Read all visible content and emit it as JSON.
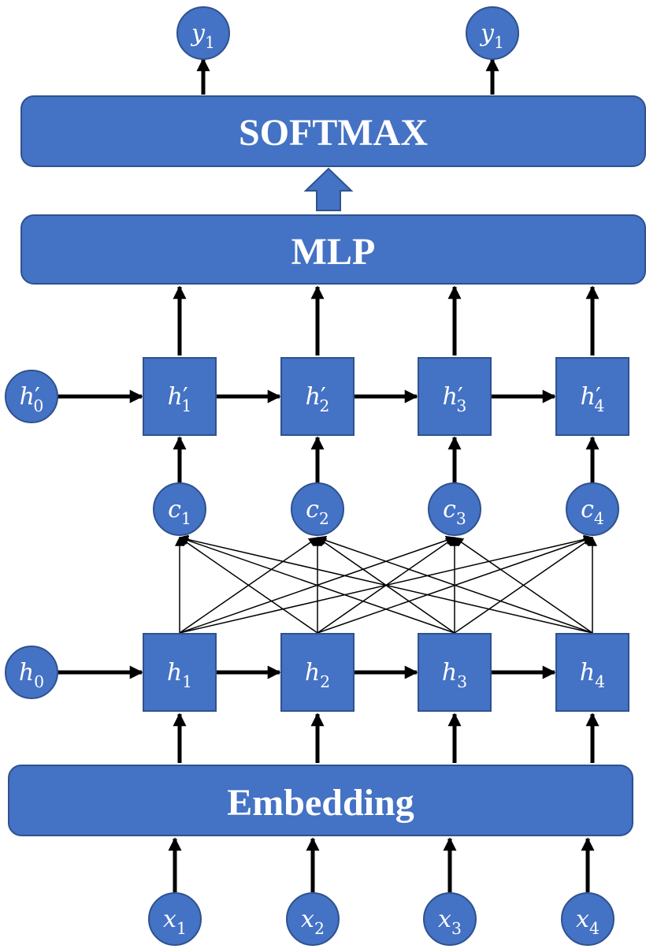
{
  "colors": {
    "node_fill": "#4472C4",
    "node_stroke": "#2F528F",
    "text": "#ffffff",
    "edge": "#000000"
  },
  "layers": {
    "softmax": "SOFTMAX",
    "mlp": "MLP",
    "embedding": "Embedding"
  },
  "outputs": [
    {
      "base": "y",
      "sub": "1"
    },
    {
      "base": "y",
      "sub": "1"
    }
  ],
  "top_hidden_init": {
    "base": "h",
    "prime": "′",
    "sub": "0"
  },
  "top_hidden": [
    {
      "base": "h",
      "prime": "′",
      "sub": "1"
    },
    {
      "base": "h",
      "prime": "′",
      "sub": "2"
    },
    {
      "base": "h",
      "prime": "′",
      "sub": "3"
    },
    {
      "base": "h",
      "prime": "′",
      "sub": "4"
    }
  ],
  "context": [
    {
      "base": "c",
      "sub": "1"
    },
    {
      "base": "c",
      "sub": "2"
    },
    {
      "base": "c",
      "sub": "3"
    },
    {
      "base": "c",
      "sub": "4"
    }
  ],
  "bottom_hidden_init": {
    "base": "h",
    "sub": "0"
  },
  "bottom_hidden": [
    {
      "base": "h",
      "sub": "1"
    },
    {
      "base": "h",
      "sub": "2"
    },
    {
      "base": "h",
      "sub": "3"
    },
    {
      "base": "h",
      "sub": "4"
    }
  ],
  "inputs": [
    {
      "base": "x",
      "sub": "1"
    },
    {
      "base": "x",
      "sub": "2"
    },
    {
      "base": "x",
      "sub": "3"
    },
    {
      "base": "x",
      "sub": "4"
    }
  ]
}
